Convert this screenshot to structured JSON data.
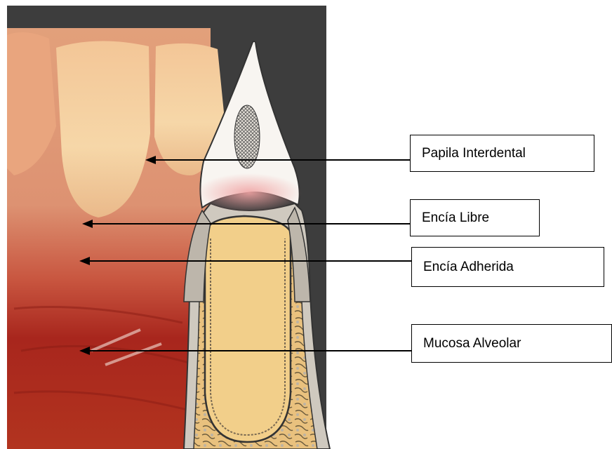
{
  "labels": {
    "papila_interdental": "Papila Interdental",
    "encia_libre": "Encía Libre",
    "encia_adherida": "Encía Adherida",
    "mucosa_alveolar": "Mucosa Alveolar"
  },
  "colors": {
    "background_dark": "#3b3b3b",
    "gum": "#d9826a",
    "gum_mucosa": "#a8261d",
    "tooth": "#f1c58a",
    "enamel": "#f7f3ee",
    "dentin_section": "#f2cf8a",
    "bone": "#d6cdbd",
    "arrow": "#000000"
  }
}
